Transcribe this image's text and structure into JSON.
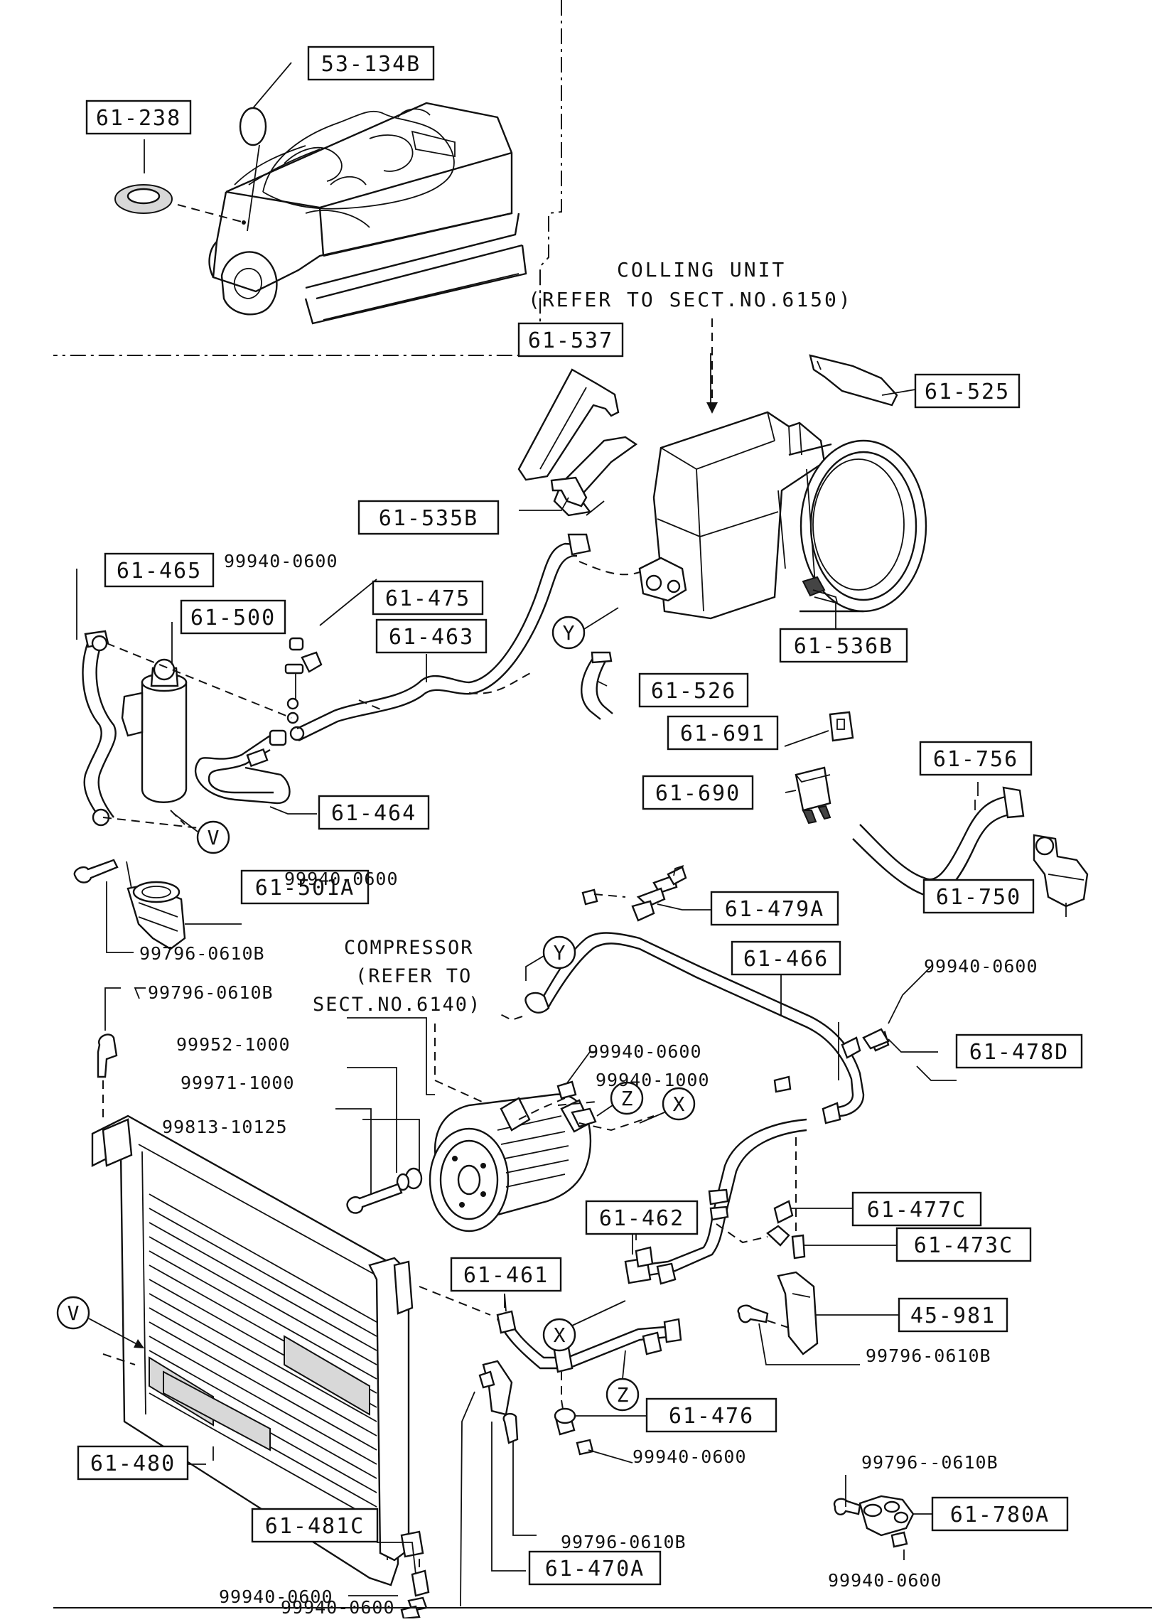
{
  "diagram": {
    "header": {
      "line1": "COLLING UNIT",
      "line2": "(REFER TO SECT.NO.6150)"
    },
    "compressor_note": {
      "line1": "COMPRESSOR",
      "line2": "(REFER TO",
      "line3": "SECT.NO.6140)"
    },
    "boxed_parts": [
      "53-134B",
      "61-238",
      "61-537",
      "61-525",
      "61-535B",
      "61-465",
      "61-500",
      "61-475",
      "61-463",
      "61-536B",
      "61-526",
      "61-691",
      "61-690",
      "61-464",
      "61-756",
      "61-501A",
      "61-479A",
      "61-750",
      "61-466",
      "61-478D",
      "61-477C",
      "61-462",
      "61-473C",
      "61-461",
      "45-981",
      "61-476",
      "61-480",
      "61-481C",
      "61-470A",
      "61-780A"
    ],
    "plain_parts": [
      "99940-0600",
      "99940-0600",
      "99796-0610B",
      "99796-0610B",
      "99940-0600",
      "99952-1000",
      "99940-0600",
      "99940-1000",
      "99971-1000",
      "99813-10125",
      "99796-0610B",
      "99940-0600",
      "99796--0610B",
      "99796-0610B",
      "99940-0600",
      "99940-0600",
      "99940-0600"
    ],
    "connectors": [
      "Y",
      "V",
      "Y",
      "Z",
      "X",
      "X",
      "V",
      "Z"
    ]
  }
}
